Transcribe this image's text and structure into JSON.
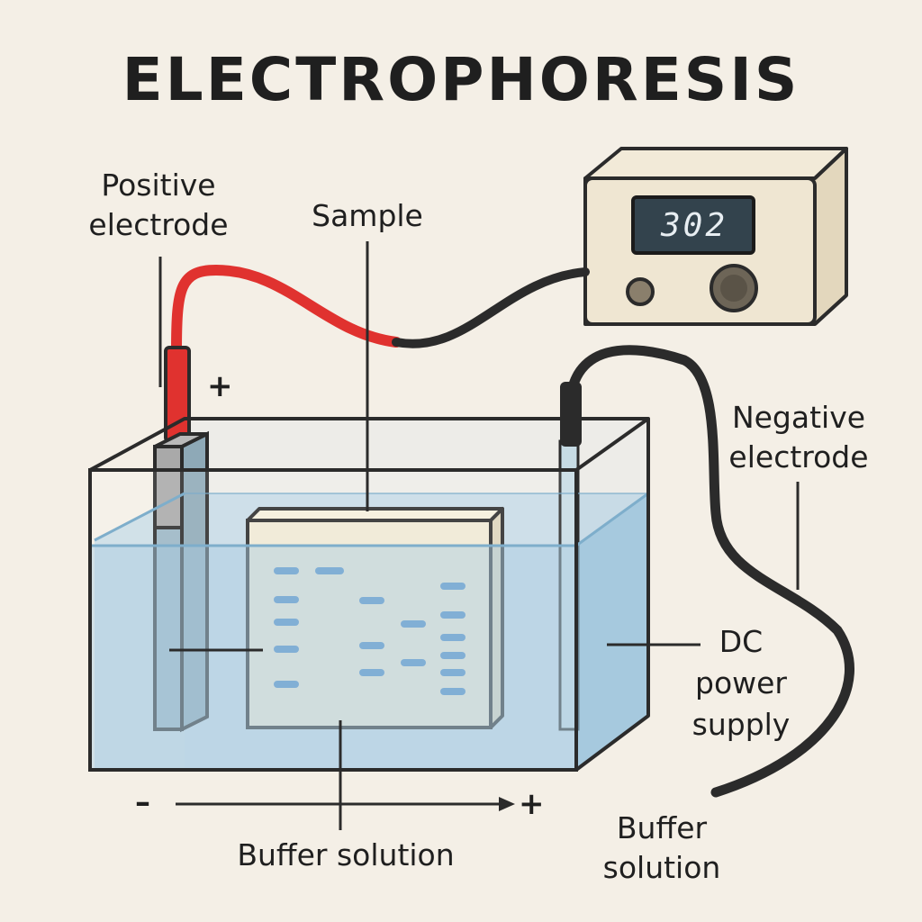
{
  "title": "ELECTROPHORESIS",
  "labels": {
    "positive_electrode": [
      "Positive",
      "electrode"
    ],
    "sample": "Sample",
    "negative_electrode": [
      "Negative",
      "electrode"
    ],
    "dc_power_supply": [
      "DC",
      "power",
      "supply"
    ],
    "buffer_solution_bottom": "Buffer solution",
    "buffer_solution_right": [
      "Buffer",
      "solution"
    ]
  },
  "signs": {
    "electrode_plus": "+",
    "axis_minus": "–",
    "axis_plus": "+"
  },
  "power_supply": {
    "display_value": "302"
  },
  "colors": {
    "background": "#f4efe6",
    "red_lead": "#e0322f",
    "black_lead": "#2b2b2b",
    "buffer": "#a9cde3",
    "gel": "#f0e9d4",
    "band": "#4d8ac4",
    "device": "#efe6d2"
  }
}
